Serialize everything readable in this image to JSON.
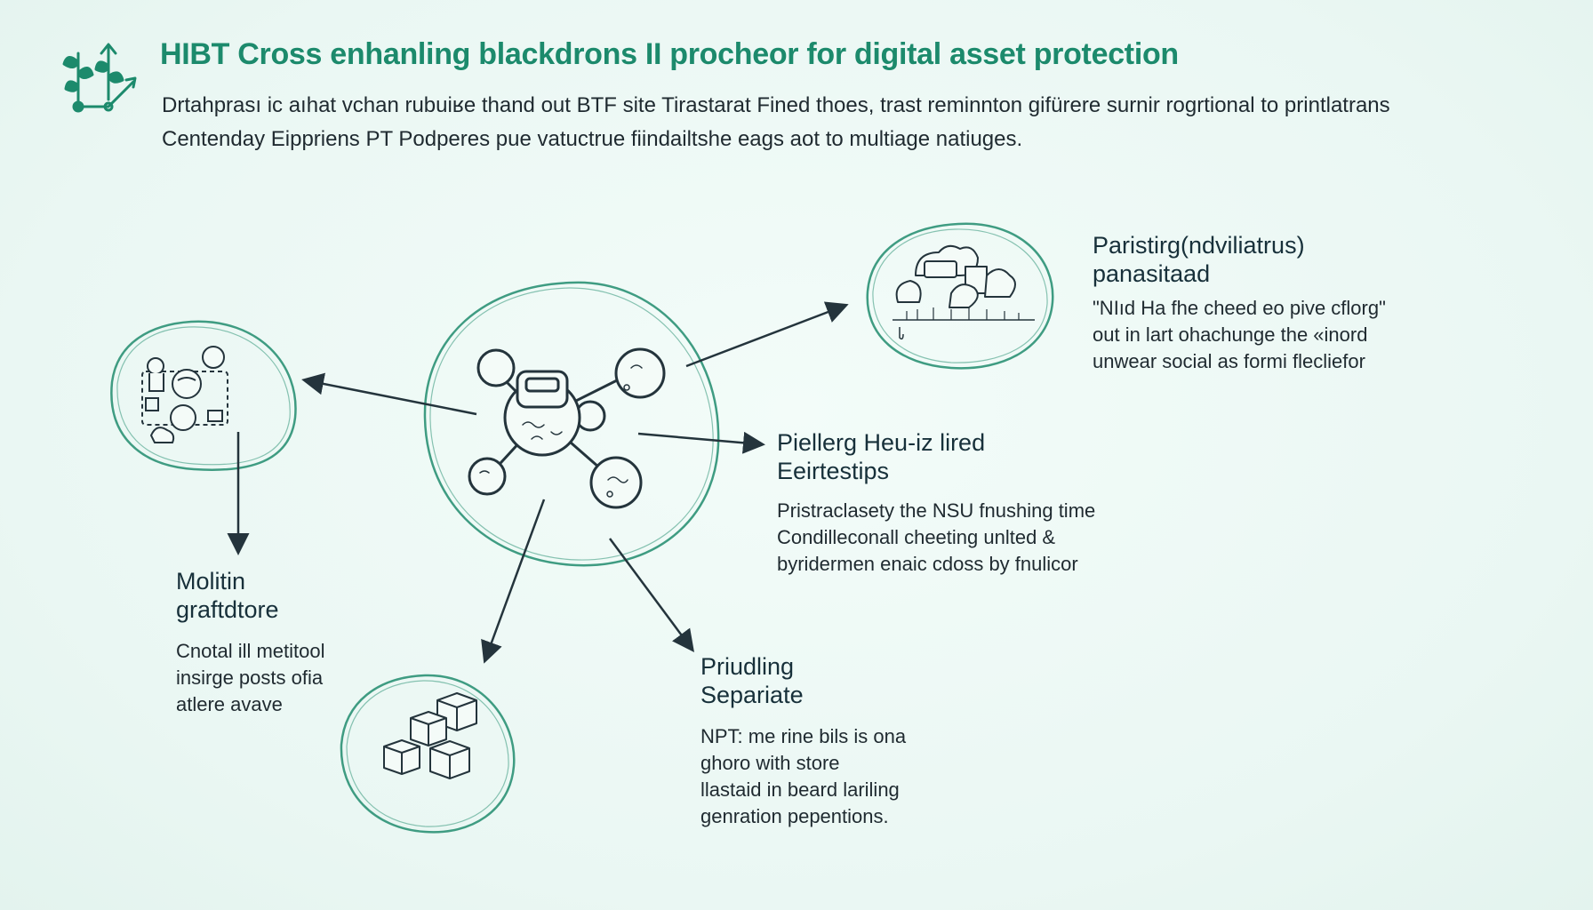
{
  "header": {
    "title": "HIBT Cross enhanling blackdrons II procheor for digital asset protection",
    "subtitle_lines": [
      "Drtahprası ic aıhat vchan rubuiʁe thand out BTF site Tirastarat Fined thoes, trast reminnton gifürere surnir rogrtional to printlatrans",
      "Centenday Eippriens PT Podperes pue vatuctrue fiindailtshe eags aot to multiage natiuges."
    ]
  },
  "nodes": {
    "top_right": {
      "heading_lines": [
        "Paristirg(ndviliatrus)",
        "panasitaad"
      ],
      "body_lines": [
        "\"NIıd Ha fhe cheed eo pive cflorg\"",
        "out in lart ohachunge the «inord",
        "unwear social as formi flecliefor"
      ]
    },
    "right": {
      "heading_lines": [
        "Piellerg Heu-iz lired",
        "Eeirtestips"
      ],
      "body_lines": [
        "Pristraclasety the NSU fnushing time",
        "Condilleconall cheeting unlted &",
        "byridermen enaic cdoss by fnulicor"
      ]
    },
    "left": {
      "heading_lines": [
        "Molitin",
        "graftdtore"
      ],
      "body_lines": [
        "Cnotal ill metitool",
        "insirge posts ofia",
        "atlere avave"
      ]
    },
    "bottom": {
      "heading_lines": [
        "Priudling",
        "Separiate"
      ],
      "body_lines": [
        "NPT: me rine bils is ona",
        "ghoro with store",
        "llastaid in beard lariling",
        "genration pepentions."
      ]
    }
  },
  "colors": {
    "accent": "#1c8a6c",
    "circle_stroke": "#3f9c82",
    "arrow": "#24343c",
    "background": "#eef9f6"
  },
  "icons": [
    "plant-growth-logo-icon",
    "drone-hub-icon",
    "folder-cluster-icon",
    "cloud-servers-icon",
    "cube-stack-icon"
  ]
}
